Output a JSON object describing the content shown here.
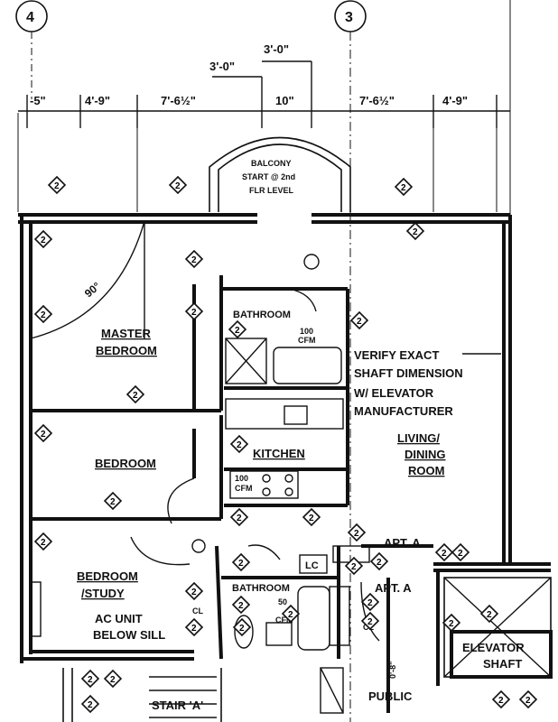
{
  "grid": {
    "left": "4",
    "right": "3"
  },
  "dimensions": {
    "top_a": "3'-0\"",
    "top_b": "3'-0\"",
    "d1": "-5\"",
    "d2": "4'-9\"",
    "d3": "7'-6½\"",
    "d4": "10\"",
    "d5": "7'-6½\"",
    "d6": "4'-9\"",
    "vertical": "0'-8\""
  },
  "rooms": {
    "balcony": [
      "BALCONY",
      "START @ 2nd",
      "FLR LEVEL"
    ],
    "master_bedroom": [
      "MASTER",
      "BEDROOM"
    ],
    "bathroom_1": "BATHROOM",
    "fan_1": [
      "100",
      "CFM"
    ],
    "bedroom": "BEDROOM",
    "kitchen": "KITCHEN",
    "fan_2": [
      "100",
      "CFM"
    ],
    "living_dining": [
      "LIVING/",
      "DINING",
      "ROOM"
    ],
    "bedroom_study": [
      "BEDROOM",
      "/STUDY"
    ],
    "ac_unit": [
      "AC UNIT",
      "BELOW SILL"
    ],
    "bathroom_2": "BATHROOM",
    "fan_3": "50",
    "fan_3b": "CFM",
    "lc": "LC",
    "cl": "CL",
    "cl_2": "CL",
    "apt_a_1": "APT. A",
    "apt_a_2": "APT. A",
    "elevator": [
      "ELEVATOR",
      "SHAFT"
    ],
    "public": "PUBLIC",
    "stair": "STAIR 'A'",
    "angle": "90°"
  },
  "notes": {
    "shaft": [
      "VERIFY EXACT",
      "SHAFT DIMENSION",
      "W/ ELEVATOR",
      "MANUFACTURER"
    ]
  },
  "tags": {
    "diamond": "2",
    "circle": "3"
  }
}
